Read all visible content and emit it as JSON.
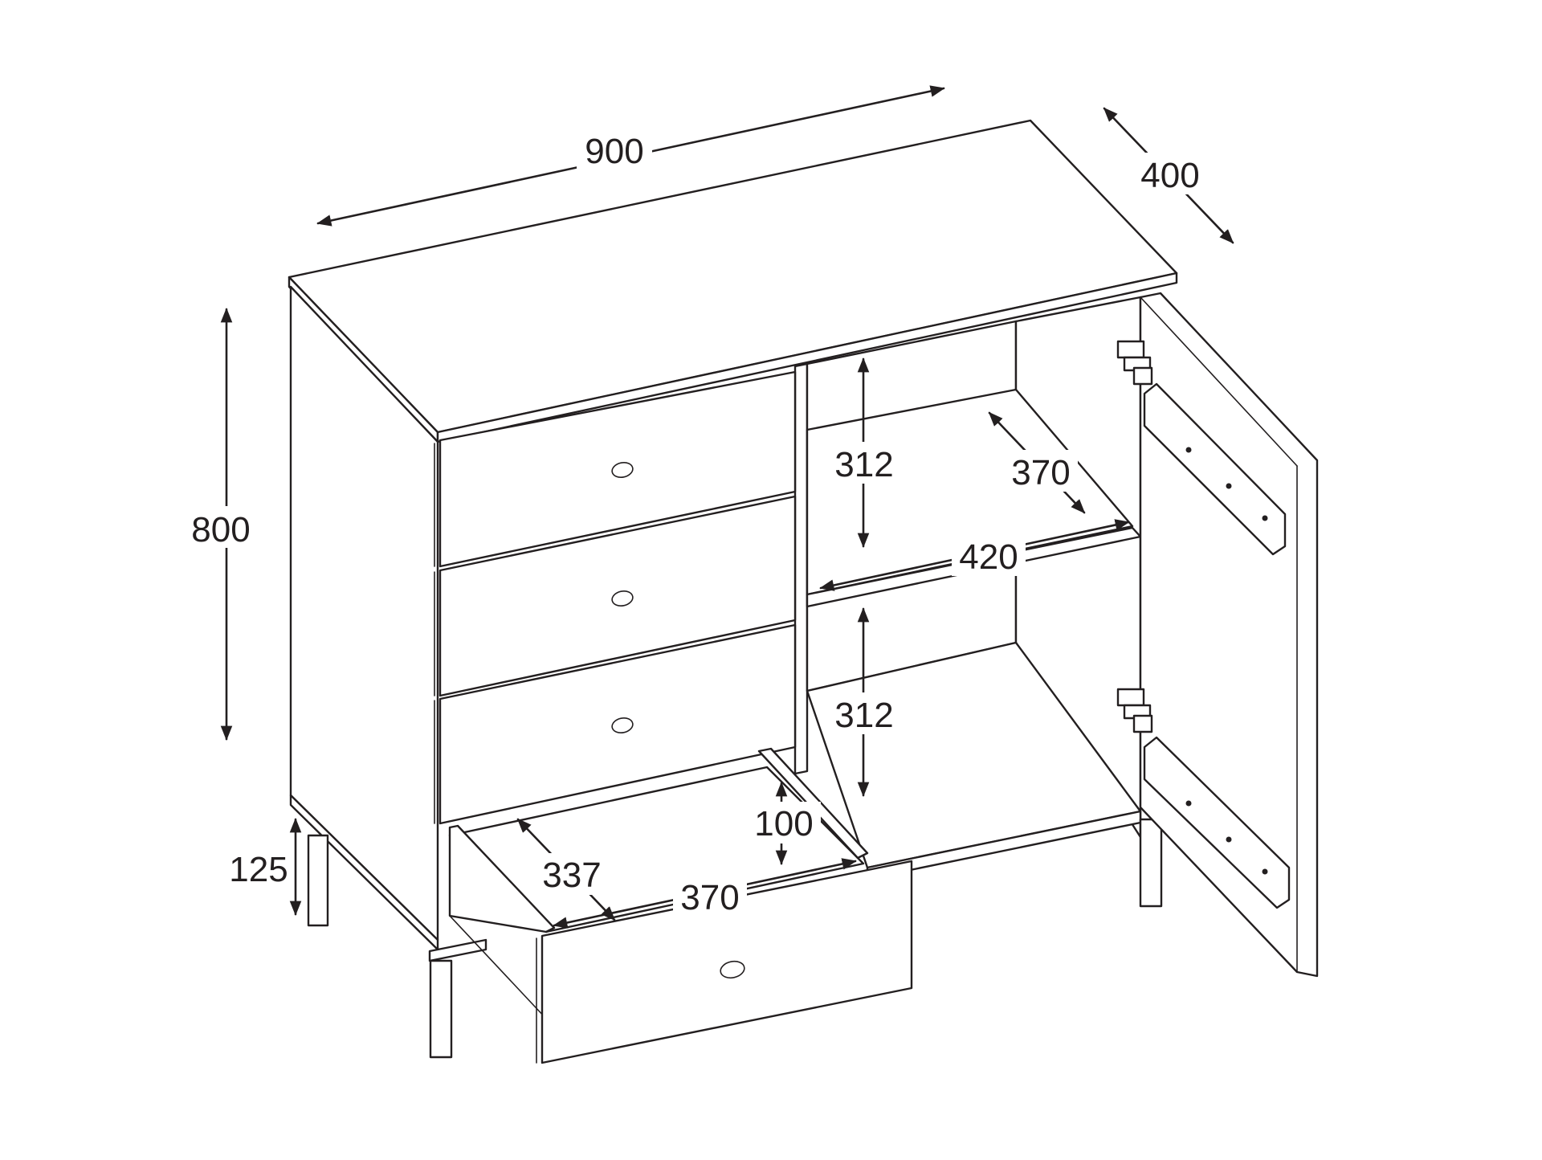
{
  "dimensions": {
    "width": "900",
    "depth": "400",
    "height": "800",
    "leg_height": "125",
    "upper_shelf_height": "312",
    "lower_shelf_height": "312",
    "shelf_depth": "370",
    "shelf_width": "420",
    "drawer_height": "100",
    "drawer_width": "337",
    "drawer_depth": "370"
  },
  "colors": {
    "line": "#231f20",
    "background": "#ffffff"
  }
}
